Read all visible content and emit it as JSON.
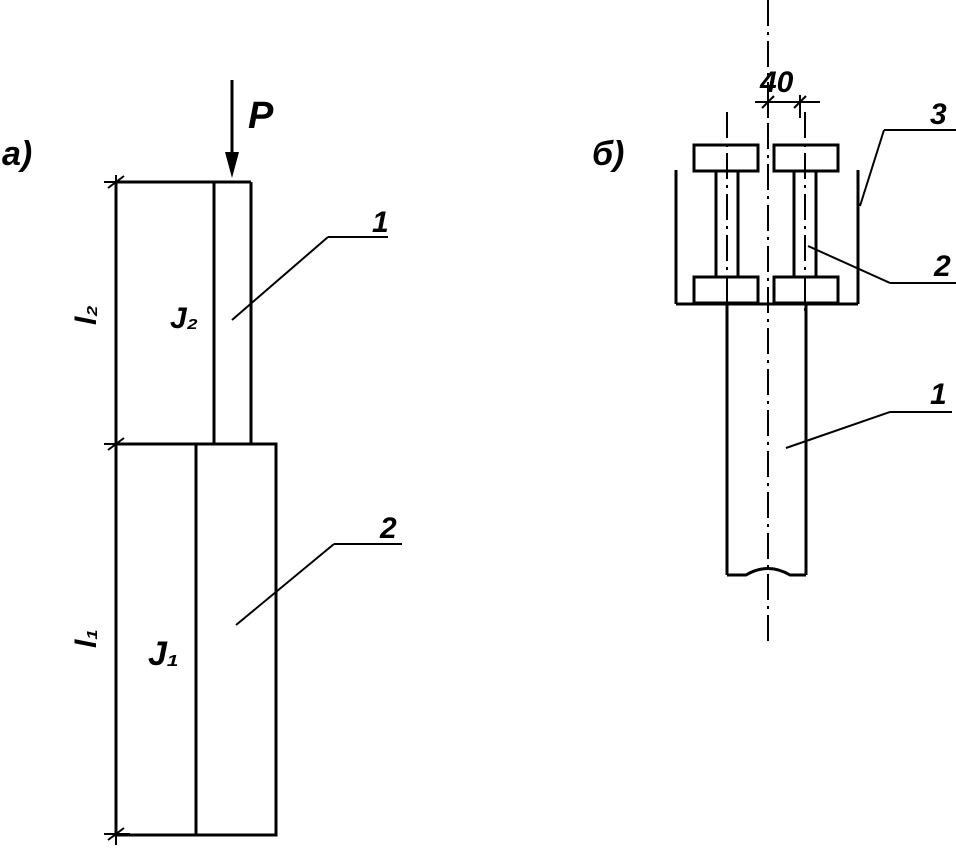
{
  "panel_a": {
    "panel_label": "а)",
    "force_label": "P",
    "upper_length_label": "l₂",
    "lower_length_label": "l₁",
    "upper_inertia_label": "J₂",
    "lower_inertia_label": "J₁",
    "upper_part_callout": "1",
    "lower_part_callout": "2"
  },
  "panel_b": {
    "panel_label": "б)",
    "dimension_label": "40",
    "column_callout": "1",
    "strut_callout": "2",
    "casing_callout": "3"
  }
}
